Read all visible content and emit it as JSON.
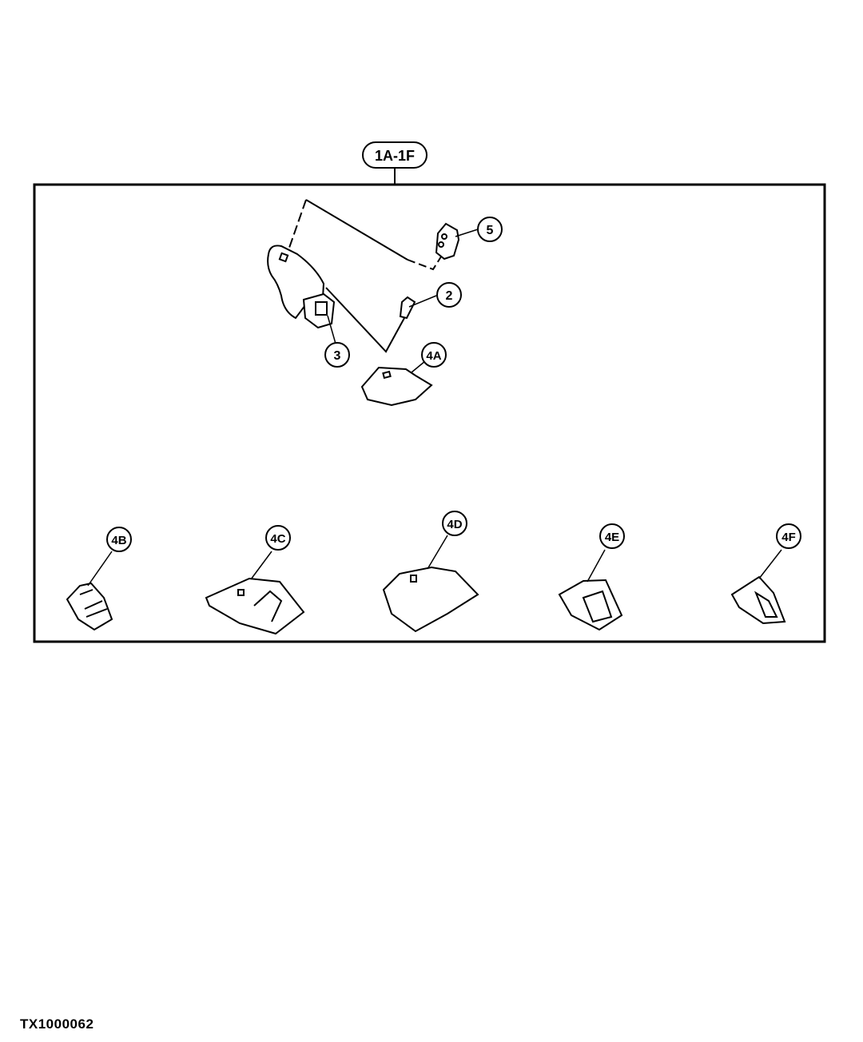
{
  "figure_id": "TX1000062",
  "assembly_callout": "1A-1F",
  "callouts": {
    "c5": "5",
    "c2": "2",
    "c3": "3",
    "c4a": "4A",
    "c4b": "4B",
    "c4c": "4C",
    "c4d": "4D",
    "c4e": "4E",
    "c4f": "4F"
  }
}
